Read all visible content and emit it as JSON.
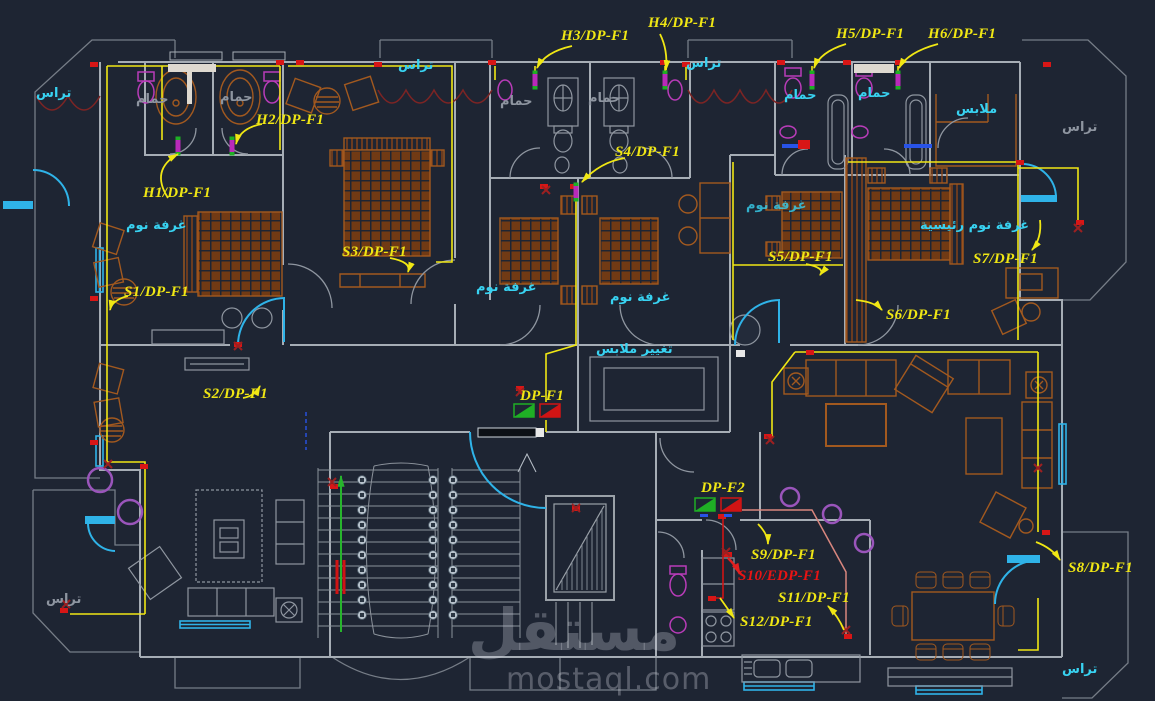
{
  "watermark": {
    "logo_text": "مستقل",
    "site_text": "mostaql.com"
  },
  "colors": {
    "background": "#1e2533",
    "wall_gray": "#a6adb5",
    "terrace_gray": "#767d87",
    "wire_yellow": "#f0e714",
    "label_yellow": "#f0e714",
    "label_red": "#e81414",
    "room_label_cyan": "#38d3f2",
    "room_label_gray": "#8e95a0",
    "door_cyan": "#2fb3e8",
    "furniture_brown": "#a2591f",
    "fixture_magenta": "#b93cb9",
    "light_purple": "#9a55bb",
    "socket_red": "#d81616",
    "curtain_maroon": "#7c2424",
    "stair_arrow_green": "#27b52c",
    "wire_pink": "#d8867e"
  },
  "panel_labels": [
    {
      "id": "H1",
      "text": "H1/DP-F1"
    },
    {
      "id": "H2",
      "text": "H2/DP-F1"
    },
    {
      "id": "H3",
      "text": "H3/DP-F1"
    },
    {
      "id": "H4",
      "text": "H4/DP-F1"
    },
    {
      "id": "H5",
      "text": "H5/DP-F1"
    },
    {
      "id": "H6",
      "text": "H6/DP-F1"
    },
    {
      "id": "S1",
      "text": "S1/DP-F1"
    },
    {
      "id": "S2",
      "text": "S2/DP-F1"
    },
    {
      "id": "S3",
      "text": "S3/DP-F1"
    },
    {
      "id": "S4",
      "text": "S4/DP-F1"
    },
    {
      "id": "S5",
      "text": "S5/DP-F1"
    },
    {
      "id": "S6",
      "text": "S6/DP-F1"
    },
    {
      "id": "S7",
      "text": "S7/DP-F1"
    },
    {
      "id": "S8",
      "text": "S8/DP-F1"
    },
    {
      "id": "S9",
      "text": "S9/DP-F1"
    },
    {
      "id": "S10",
      "text": "S10/EDP-F1"
    },
    {
      "id": "S11",
      "text": "S11/DP-F1"
    },
    {
      "id": "S12",
      "text": "S12/DP-F1"
    },
    {
      "id": "DPF1",
      "text": "DP-F1"
    },
    {
      "id": "DPF2",
      "text": "DP-F2"
    }
  ],
  "room_labels": [
    {
      "text": "تراس",
      "meaning": "terrace"
    },
    {
      "text": "تراس",
      "meaning": "terrace"
    },
    {
      "text": "تراس",
      "meaning": "terrace"
    },
    {
      "text": "تراس",
      "meaning": "terrace"
    },
    {
      "text": "تراس",
      "meaning": "terrace"
    },
    {
      "text": "تراس",
      "meaning": "terrace"
    },
    {
      "text": "حمام",
      "meaning": "bathroom"
    },
    {
      "text": "حمام",
      "meaning": "bathroom"
    },
    {
      "text": "حمام",
      "meaning": "bathroom"
    },
    {
      "text": "حمام",
      "meaning": "bathroom"
    },
    {
      "text": "حمام",
      "meaning": "bathroom"
    },
    {
      "text": "حمام",
      "meaning": "bathroom"
    },
    {
      "text": "ملابس",
      "meaning": "closet"
    },
    {
      "text": "غرفة نوم",
      "meaning": "bedroom"
    },
    {
      "text": "غرفة نوم",
      "meaning": "bedroom"
    },
    {
      "text": "غرفة نوم",
      "meaning": "bedroom"
    },
    {
      "text": "غرفة نوم",
      "meaning": "bedroom"
    },
    {
      "text": "غرفة نوم رئيسية",
      "meaning": "master bedroom"
    },
    {
      "text": "تغيير ملابس",
      "meaning": "dressing room"
    }
  ]
}
